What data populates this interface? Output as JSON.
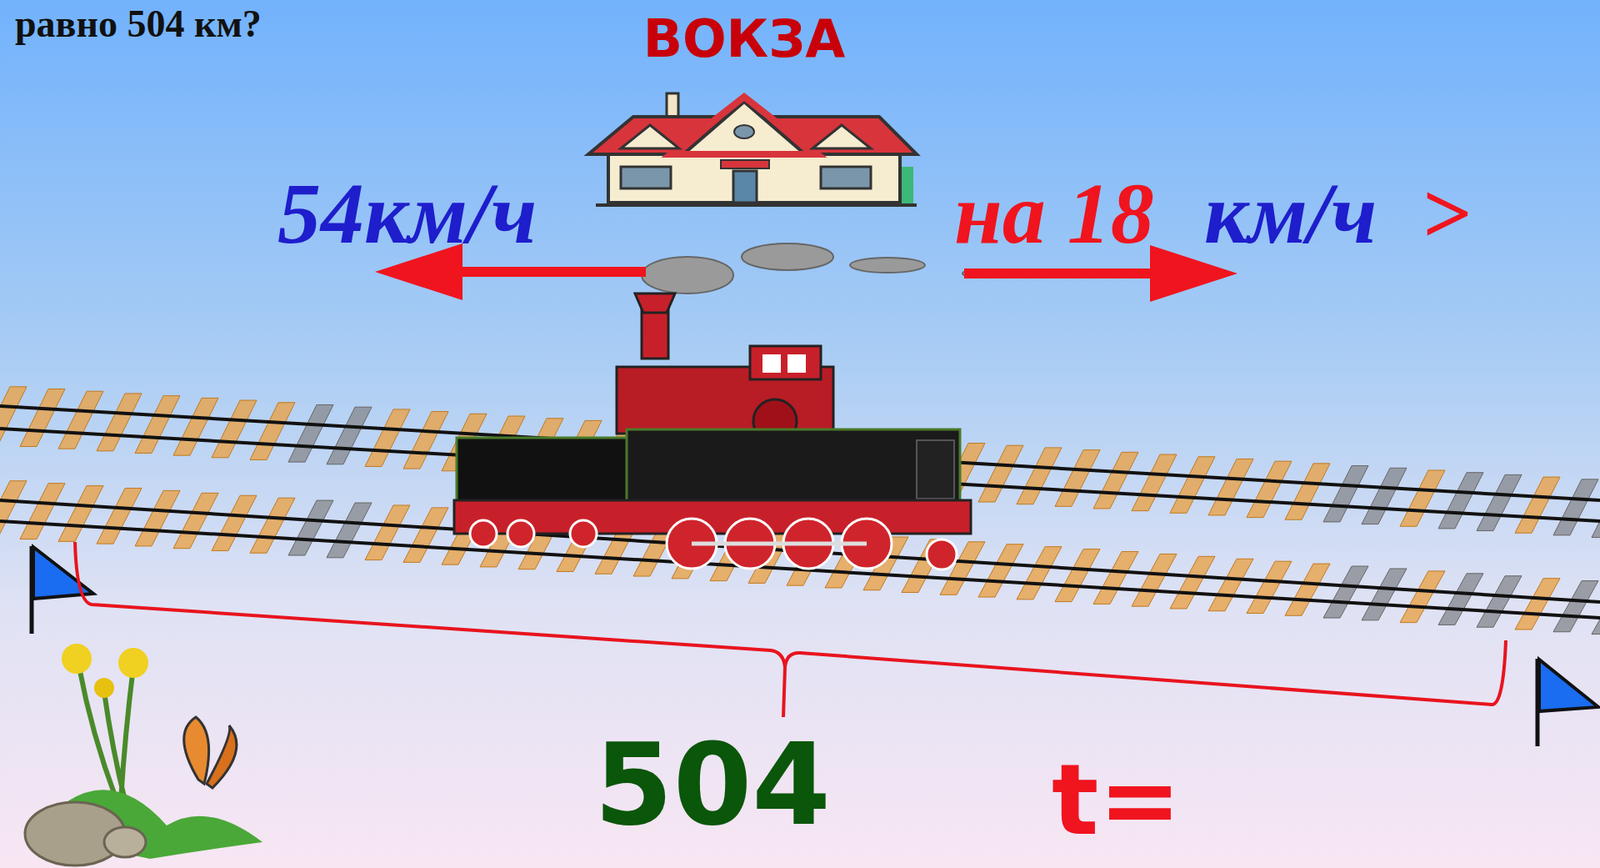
{
  "diagram": {
    "labels": [
      "равно 504 км?",
      "ВОКЗА",
      "54км/ч",
      "на 18",
      "км/ч",
      ">",
      "504",
      "t="
    ]
  }
}
